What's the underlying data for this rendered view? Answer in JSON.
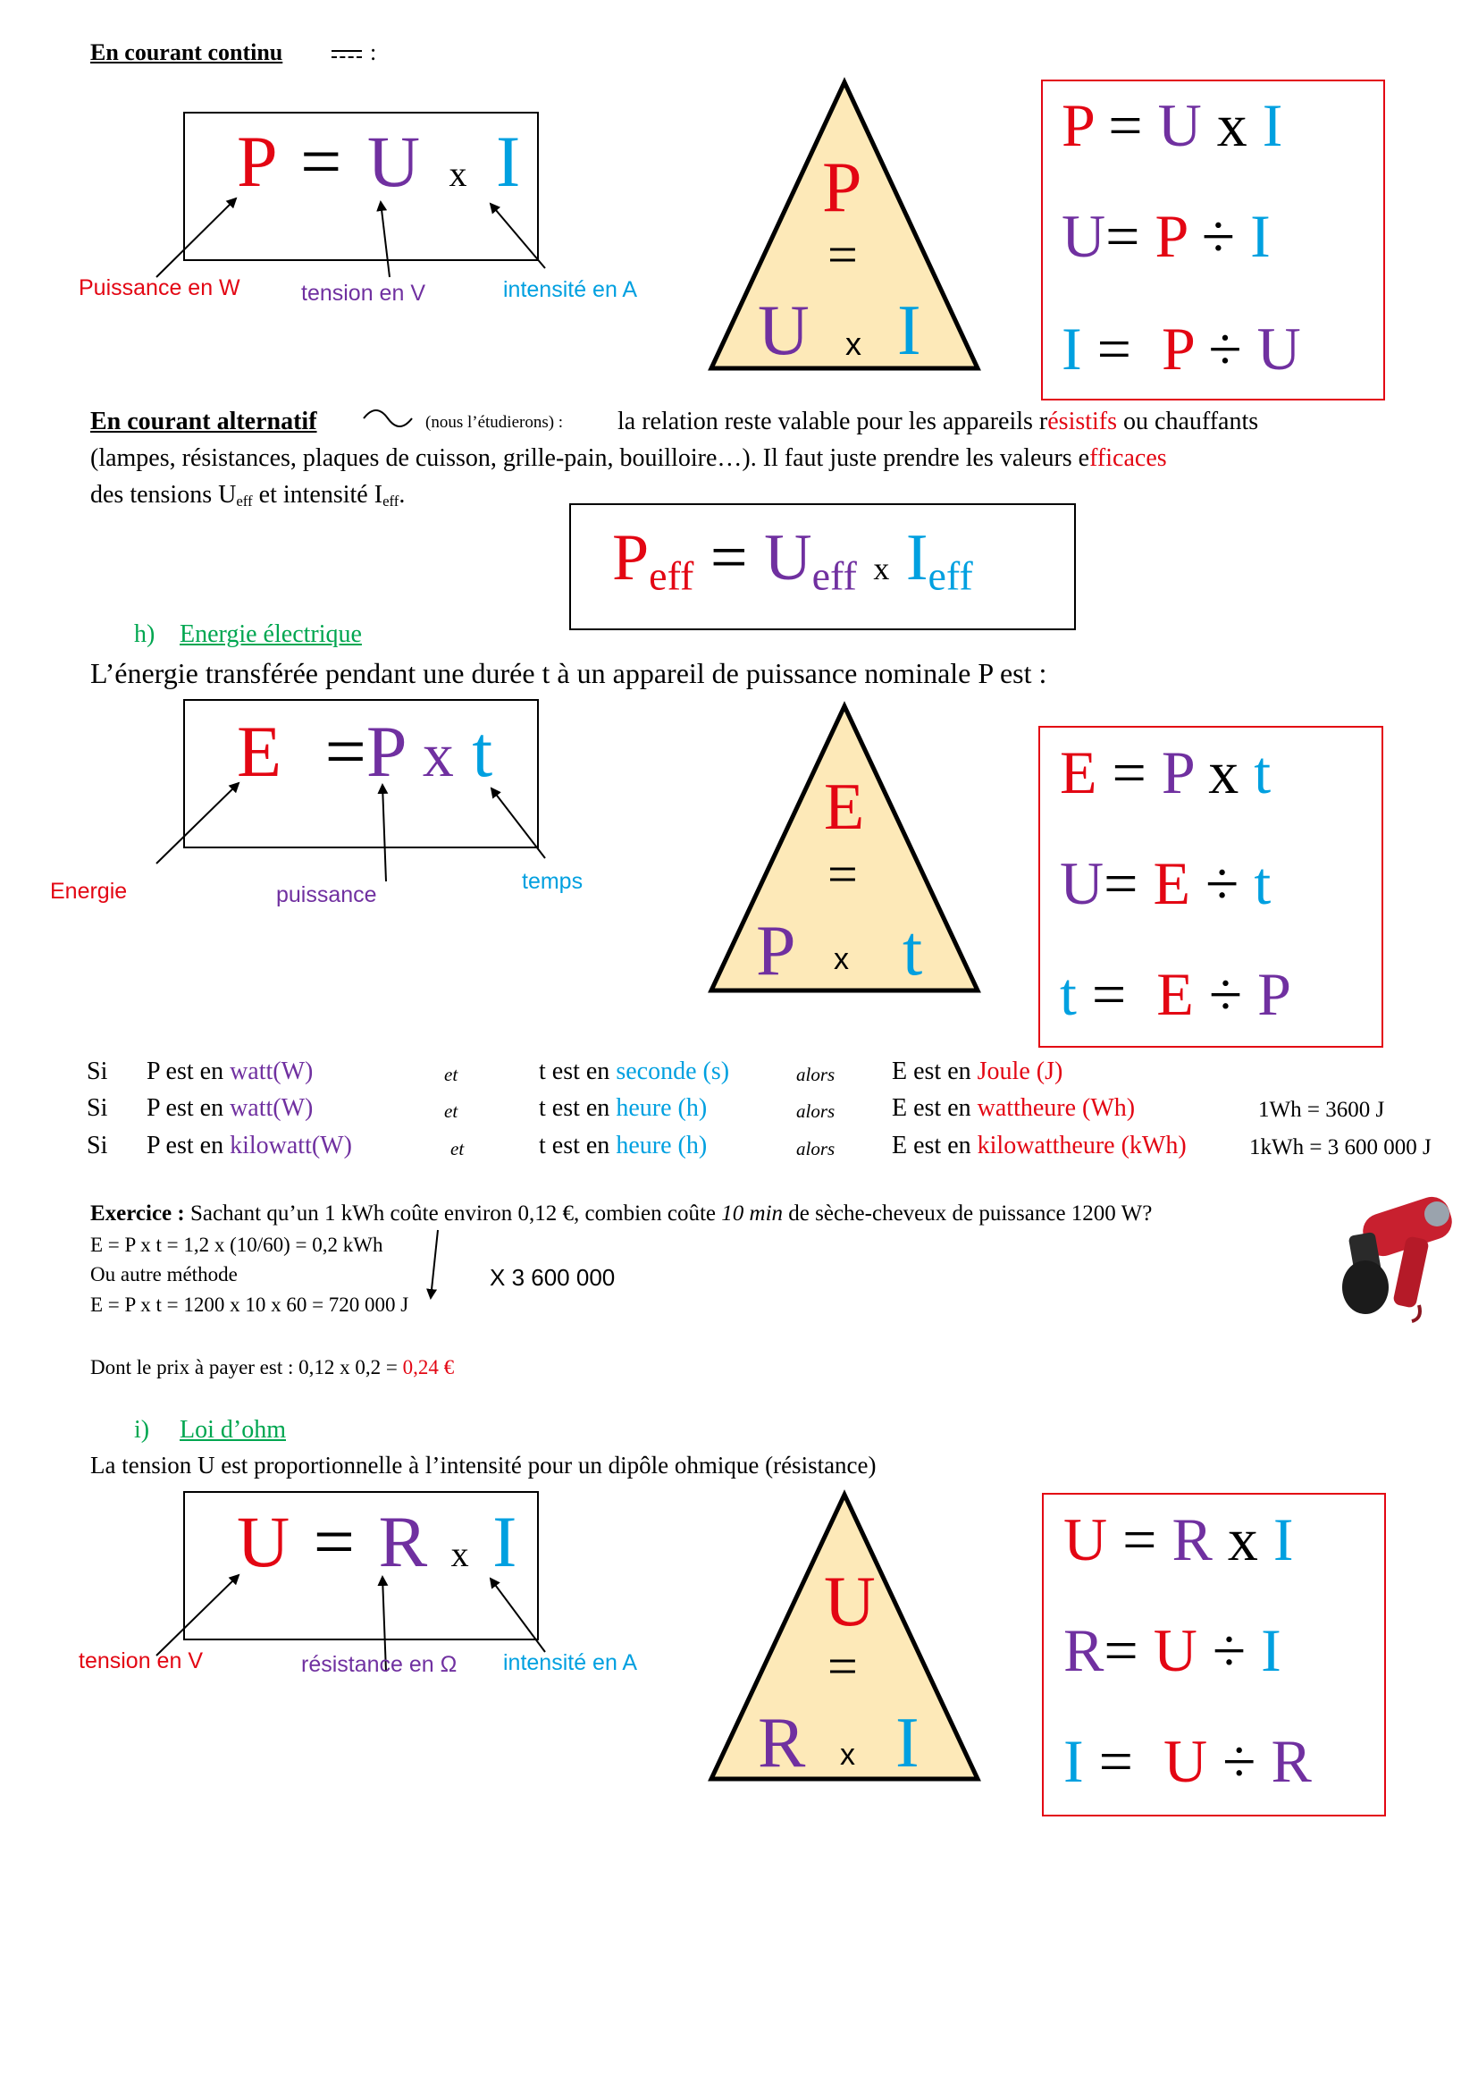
{
  "dc": {
    "heading": "En courant continu",
    "dc_symbol": "---",
    "heading_colon": ":",
    "formula": {
      "P": "P",
      "eq": "=",
      "U": "U",
      "x": "x",
      "I": "I"
    },
    "labels": {
      "power": "Puissance en W",
      "voltage": "tension en V",
      "current": "intensité en A"
    },
    "triangle": {
      "top": "P",
      "eq": "=",
      "left": "U",
      "x": "x",
      "right": "I"
    },
    "rules": [
      {
        "a": "P",
        "op1": "=",
        "b": "U",
        "op2": "x",
        "c": "I"
      },
      {
        "a": "U",
        "op1": "=",
        "b": "P",
        "op2": "÷",
        "c": "I"
      },
      {
        "a": "I",
        "op1": "=",
        "b": "P",
        "op2": "÷",
        "c": "U"
      }
    ]
  },
  "ac": {
    "heading": "En courant alternatif",
    "note": "(nous l’étudierons) :",
    "line1_pre": "la relation reste valable pour les appareils r",
    "line1_red": "ésistifs",
    "line1_post": " ou chauffants",
    "line2_pre": "(lampes, résistances, plaques de cuisson, grille-pain, bouilloire…). Il faut juste prendre les valeurs e",
    "line2_red": "fficaces",
    "line3_pre": "des tensions U",
    "line3_sub1": "eff",
    "line3_mid": " et intensité I",
    "line3_sub2": "eff",
    "line3_end": ".",
    "formula": {
      "P": "P",
      "Psub": "eff",
      "eq": "=",
      "U": "U",
      "Usub": "eff",
      "x": "x",
      "I": "I",
      "Isub": "eff"
    }
  },
  "energy": {
    "section": "h)",
    "title": "Energie électrique",
    "intro": "L’énergie transférée pendant une durée t à un appareil de puissance nominale P est :",
    "formula": {
      "E": "E",
      "eq": "=",
      "P": "P",
      "x": "x",
      "t": "t"
    },
    "labels": {
      "energy": "Energie",
      "power": "puissance",
      "time": "temps"
    },
    "triangle": {
      "top": "E",
      "eq": "=",
      "left": "P",
      "x": "x",
      "right": "t"
    },
    "rules": [
      {
        "a": "E",
        "op1": "=",
        "b": "P",
        "op2": "x",
        "c": "t"
      },
      {
        "a": "U",
        "op1": "=",
        "b": "E",
        "op2": "÷",
        "c": "t"
      },
      {
        "a": "t",
        "op1": "=",
        "b": "E",
        "op2": "÷",
        "c": "P"
      }
    ],
    "units": [
      {
        "si": "Si",
        "p": "P est en ",
        "pu": "watt(W)",
        "et": "et",
        "t": "t est en ",
        "tu": "seconde (s)",
        "alors": "alors",
        "e": "E est en ",
        "eu": "Joule (J)",
        "eq": ""
      },
      {
        "si": "Si",
        "p": "P est en ",
        "pu": "watt(W)",
        "et": "et",
        "t": "t est en ",
        "tu": "heure (h)",
        "alors": "alors",
        "e": "E est en ",
        "eu": "wattheure (Wh)",
        "eq": "1Wh = 3600 J"
      },
      {
        "si": "Si",
        "p": "P est en ",
        "pu": "kilowatt(W)",
        "et": "et",
        "t": "t est en ",
        "tu": "heure (h)",
        "alors": "alors",
        "e": "E est en ",
        "eu": "kilowattheure (kWh)",
        "eq": "1kWh = 3 600 000 J"
      }
    ]
  },
  "exercise": {
    "label": "Exercice :",
    "q_pre": "Sachant qu’un 1 kWh coûte environ 0,12 €, combien coûte ",
    "q_it": "10 min",
    "q_post": " de sèche-cheveux de puissance 1200 W?",
    "l1": "E = P x t = 1,2 x (10/60) = 0,2 kWh",
    "l2": "Ou autre méthode",
    "l3": "E = P x t = 1200 x 10 x 60 = 720 000 J",
    "mult": "X 3 600 000",
    "price_pre": "Dont le prix à payer est : 0,12 x 0,2 = ",
    "price_val": "0,24 €"
  },
  "ohm": {
    "section": "i)",
    "title": "Loi d’ohm",
    "intro": "La tension U est proportionnelle à l’intensité pour un dipôle ohmique (résistance)",
    "formula": {
      "U": "U",
      "eq": "=",
      "R": "R",
      "x": "x",
      "I": "I"
    },
    "labels": {
      "voltage": "tension en V",
      "resistance": "résistance en Ω",
      "current": "intensité en A"
    },
    "triangle": {
      "top": "U",
      "eq": "=",
      "left": "R",
      "x": "x",
      "right": "I"
    },
    "rules": [
      {
        "a": "U",
        "op1": "=",
        "b": "R",
        "op2": "x",
        "c": "I"
      },
      {
        "a": "R",
        "op1": "=",
        "b": "U",
        "op2": "÷",
        "c": "I"
      },
      {
        "a": "I",
        "op1": "=",
        "b": "U",
        "op2": "÷",
        "c": "R"
      }
    ]
  },
  "colors": {
    "red": "#e30613",
    "purple": "#7030a0",
    "cyan": "#00a0e0",
    "green": "#00a650",
    "triangle_fill": "#fde9b8"
  }
}
